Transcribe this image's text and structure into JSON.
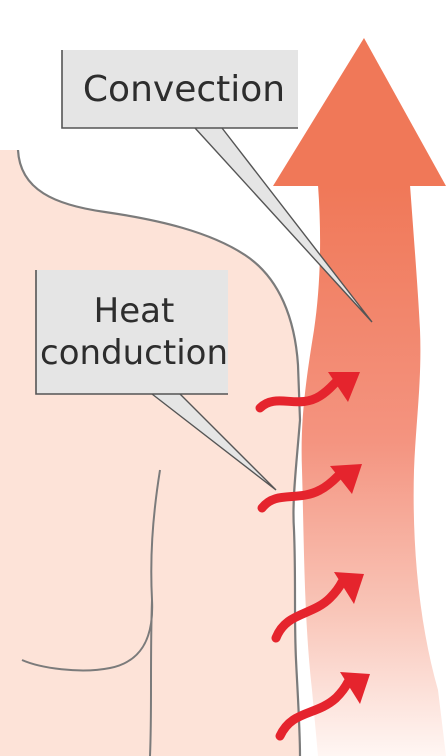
{
  "labels": {
    "convection": "Convection",
    "heat_line_1": "Heat",
    "heat_line_2": "conduction"
  },
  "colors": {
    "skin": "#fde3d8",
    "outline": "#7b7b7b",
    "label_box": "#e5e5e5",
    "label_text": "#2d2d2d",
    "convection_top": "#f07858",
    "convection_bottom": "#fff6f3",
    "heat_arrow": "#e5242d"
  },
  "icons": {
    "convection_arrow": "upward-gradient-arrow",
    "heat_arrows": "red-curved-arrows"
  }
}
